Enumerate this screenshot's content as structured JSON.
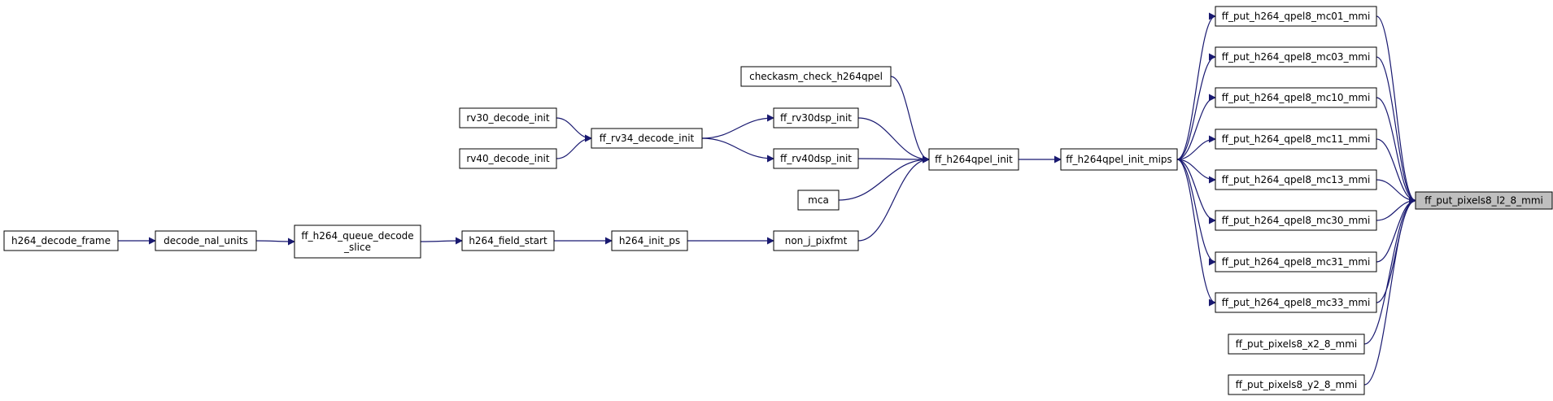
{
  "colors": {
    "node_fill": "#ffffff",
    "highlight_fill": "#bfbfbf",
    "node_border": "#000000",
    "edge": "#191970"
  },
  "graph": {
    "nodes": [
      {
        "id": "ff_put_pixels8_l2_8_mmi",
        "label": "ff_put_pixels8_l2_8_mmi",
        "highlighted": true
      },
      {
        "id": "mc01",
        "label": "ff_put_h264_qpel8_mc01_mmi"
      },
      {
        "id": "mc03",
        "label": "ff_put_h264_qpel8_mc03_mmi"
      },
      {
        "id": "mc10",
        "label": "ff_put_h264_qpel8_mc10_mmi"
      },
      {
        "id": "mc11",
        "label": "ff_put_h264_qpel8_mc11_mmi"
      },
      {
        "id": "mc13",
        "label": "ff_put_h264_qpel8_mc13_mmi"
      },
      {
        "id": "mc30",
        "label": "ff_put_h264_qpel8_mc30_mmi"
      },
      {
        "id": "mc31",
        "label": "ff_put_h264_qpel8_mc31_mmi"
      },
      {
        "id": "mc33",
        "label": "ff_put_h264_qpel8_mc33_mmi"
      },
      {
        "id": "x2",
        "label": "ff_put_pixels8_x2_8_mmi"
      },
      {
        "id": "y2",
        "label": "ff_put_pixels8_y2_8_mmi"
      },
      {
        "id": "init_mips",
        "label": "ff_h264qpel_init_mips"
      },
      {
        "id": "qpel_init",
        "label": "ff_h264qpel_init"
      },
      {
        "id": "checkasm",
        "label": "checkasm_check_h264qpel"
      },
      {
        "id": "rv30dsp",
        "label": "ff_rv30dsp_init"
      },
      {
        "id": "rv40dsp",
        "label": "ff_rv40dsp_init"
      },
      {
        "id": "mca",
        "label": "mca"
      },
      {
        "id": "non_j",
        "label": "non_j_pixfmt"
      },
      {
        "id": "rv34",
        "label": "ff_rv34_decode_init"
      },
      {
        "id": "rv30_decode",
        "label": "rv30_decode_init"
      },
      {
        "id": "rv40_decode",
        "label": "rv40_decode_init"
      },
      {
        "id": "init_ps",
        "label": "h264_init_ps"
      },
      {
        "id": "field_start",
        "label": "h264_field_start"
      },
      {
        "id": "queue_decode",
        "label": "ff_h264_queue_decode\n_slice"
      },
      {
        "id": "decode_nal",
        "label": "decode_nal_units"
      },
      {
        "id": "decode_frame",
        "label": "h264_decode_frame"
      }
    ],
    "edges": [
      {
        "from": "mc01",
        "to": "ff_put_pixels8_l2_8_mmi"
      },
      {
        "from": "mc03",
        "to": "ff_put_pixels8_l2_8_mmi"
      },
      {
        "from": "mc10",
        "to": "ff_put_pixels8_l2_8_mmi"
      },
      {
        "from": "mc11",
        "to": "ff_put_pixels8_l2_8_mmi"
      },
      {
        "from": "mc13",
        "to": "ff_put_pixels8_l2_8_mmi"
      },
      {
        "from": "mc30",
        "to": "ff_put_pixels8_l2_8_mmi"
      },
      {
        "from": "mc31",
        "to": "ff_put_pixels8_l2_8_mmi"
      },
      {
        "from": "mc33",
        "to": "ff_put_pixels8_l2_8_mmi"
      },
      {
        "from": "x2",
        "to": "ff_put_pixels8_l2_8_mmi"
      },
      {
        "from": "y2",
        "to": "ff_put_pixels8_l2_8_mmi"
      },
      {
        "from": "init_mips",
        "to": "mc01"
      },
      {
        "from": "init_mips",
        "to": "mc03"
      },
      {
        "from": "init_mips",
        "to": "mc10"
      },
      {
        "from": "init_mips",
        "to": "mc11"
      },
      {
        "from": "init_mips",
        "to": "mc13"
      },
      {
        "from": "init_mips",
        "to": "mc30"
      },
      {
        "from": "init_mips",
        "to": "mc31"
      },
      {
        "from": "init_mips",
        "to": "mc33"
      },
      {
        "from": "qpel_init",
        "to": "init_mips"
      },
      {
        "from": "checkasm",
        "to": "qpel_init"
      },
      {
        "from": "rv30dsp",
        "to": "qpel_init"
      },
      {
        "from": "rv40dsp",
        "to": "qpel_init"
      },
      {
        "from": "mca",
        "to": "qpel_init"
      },
      {
        "from": "non_j",
        "to": "qpel_init"
      },
      {
        "from": "rv34",
        "to": "rv30dsp"
      },
      {
        "from": "rv34",
        "to": "rv40dsp"
      },
      {
        "from": "rv30_decode",
        "to": "rv34"
      },
      {
        "from": "rv40_decode",
        "to": "rv34"
      },
      {
        "from": "init_ps",
        "to": "non_j"
      },
      {
        "from": "field_start",
        "to": "init_ps"
      },
      {
        "from": "queue_decode",
        "to": "field_start"
      },
      {
        "from": "decode_nal",
        "to": "queue_decode"
      },
      {
        "from": "decode_frame",
        "to": "decode_nal"
      }
    ]
  }
}
